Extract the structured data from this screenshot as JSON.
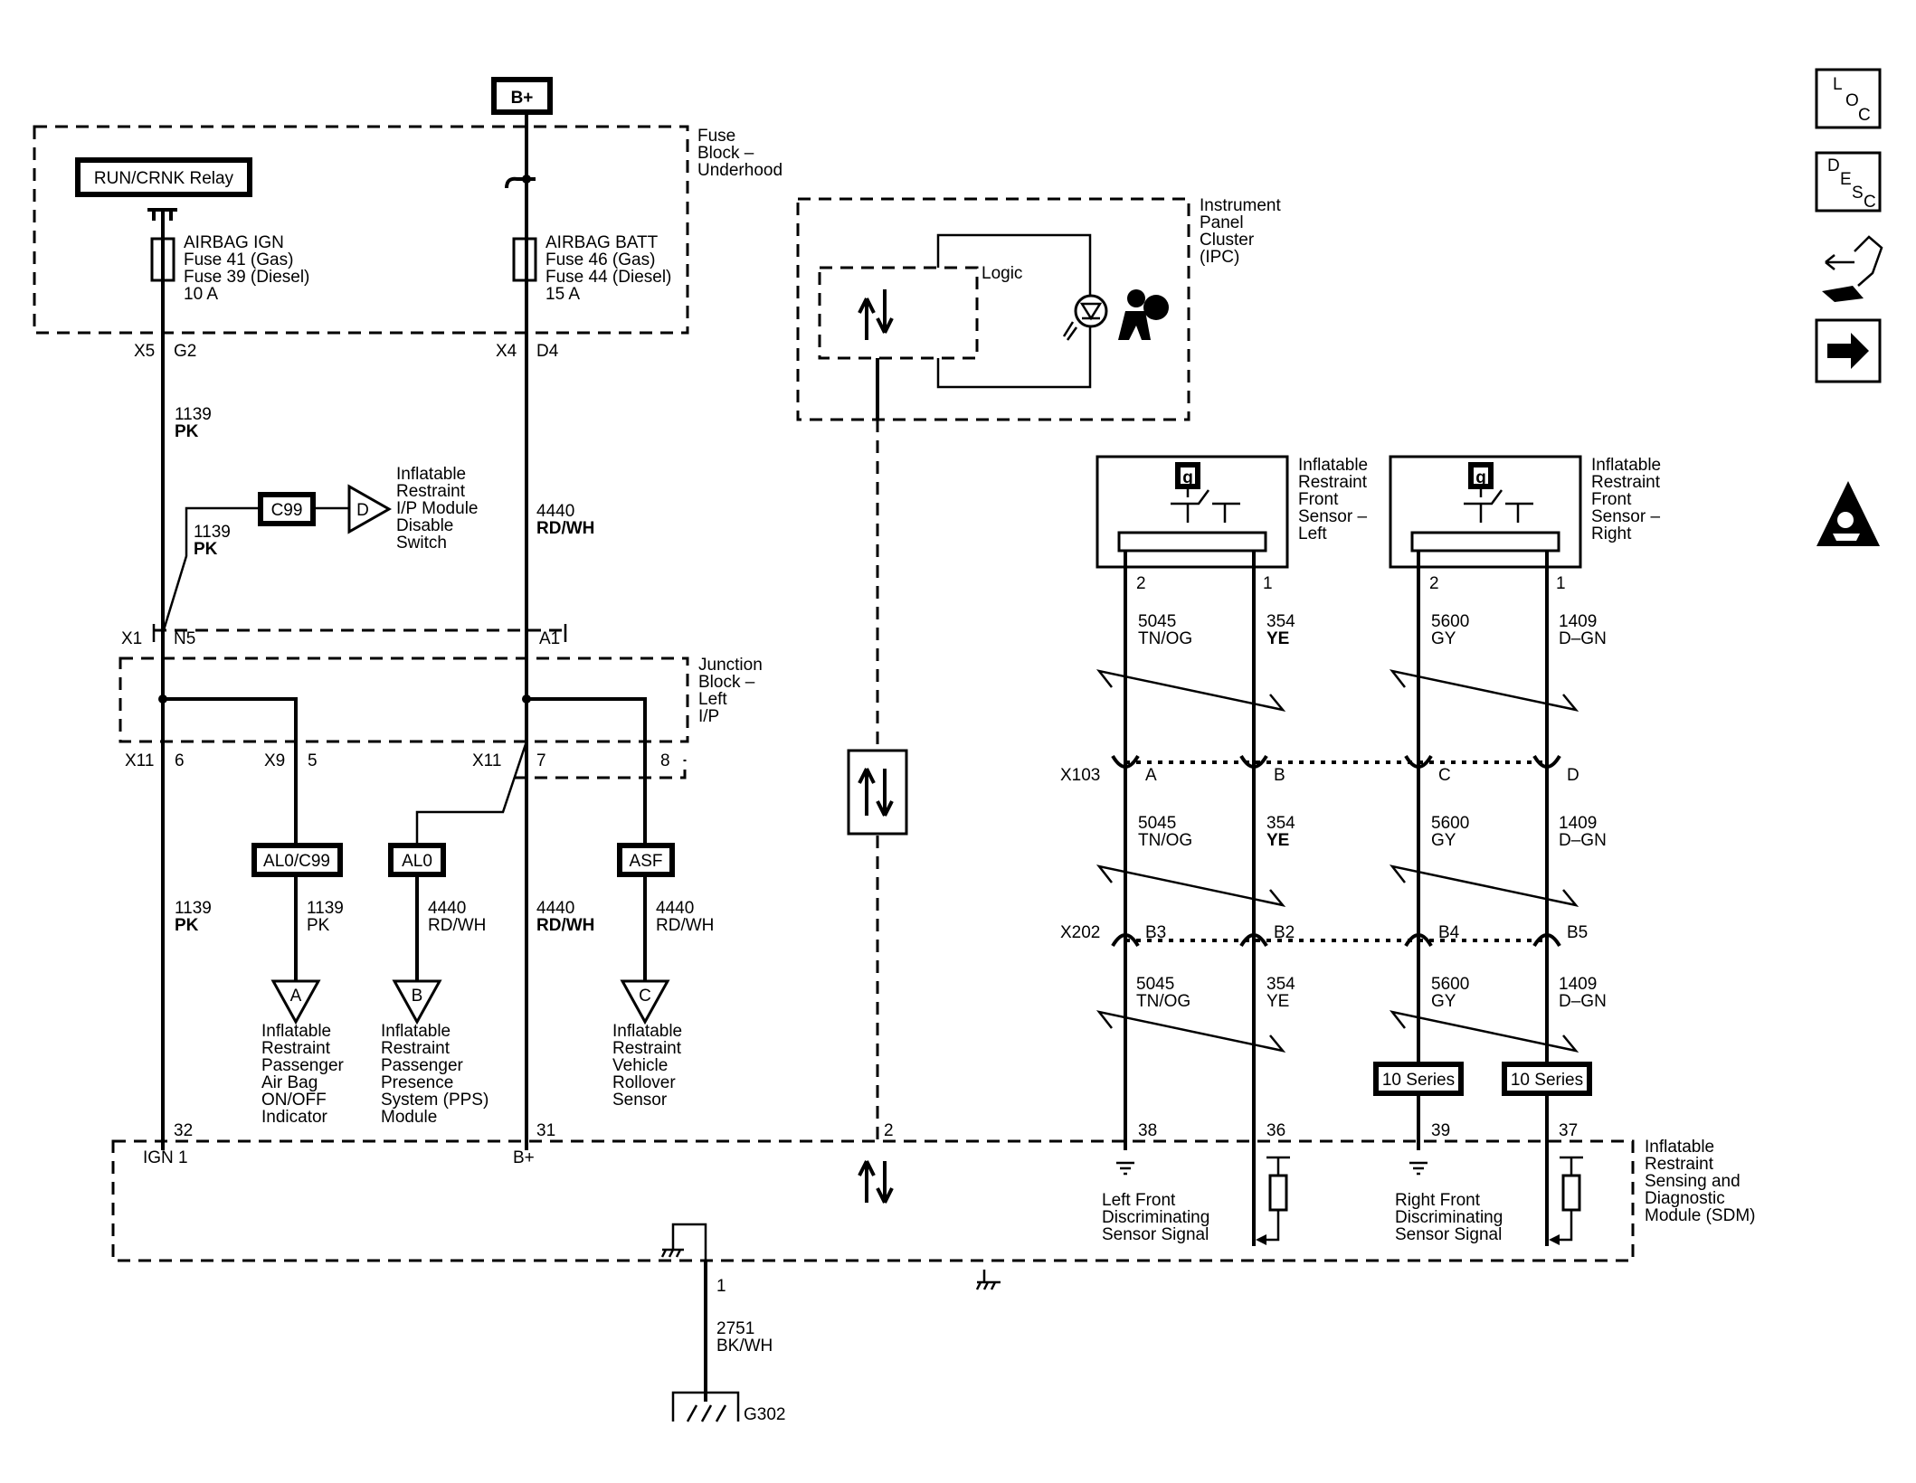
{
  "power": {
    "bplus": "B+"
  },
  "fuse_block": {
    "title": [
      "Fuse",
      "Block –",
      "Underhood"
    ],
    "relay": "RUN/CRNK Relay"
  },
  "fuses": {
    "ign": [
      "AIRBAG IGN",
      "Fuse 41 (Gas)",
      "Fuse 39 (Diesel)",
      "10 A"
    ],
    "batt": [
      "AIRBAG BATT",
      "Fuse 46 (Gas)",
      "Fuse 44 (Diesel)",
      "15 A"
    ]
  },
  "connectors": {
    "x5": "X5",
    "g2": "G2",
    "x4": "X4",
    "d4": "D4",
    "x1": "X1",
    "n5": "N5",
    "a1": "A1",
    "x11a": "X11",
    "p6": "6",
    "x9": "X9",
    "p5": "5",
    "x11b": "X11",
    "p7": "7",
    "p8": "8",
    "p32": "32",
    "p31": "31",
    "p2": "2",
    "p38": "38",
    "p36": "36",
    "p39": "39",
    "p37": "37",
    "p1": "1",
    "x103": "X103",
    "ca": "A",
    "cb": "B",
    "cc": "C",
    "cd": "D",
    "x202": "X202",
    "b3": "B3",
    "b2": "B2",
    "b4": "B4",
    "b5": "B5",
    "s2l": "2",
    "s1l": "1",
    "s2r": "2",
    "s1r": "1"
  },
  "wires": {
    "w1139_num": "1139",
    "w1139_col": "PK",
    "w4440_num": "4440",
    "w4440_col": "RD/WH",
    "w5045_num": "5045",
    "w5045_col": "TN/OG",
    "w354_num": "354",
    "w354_col": "YE",
    "w5600_num": "5600",
    "w5600_col": "GY",
    "w1409_num": "1409",
    "w1409_col": "D–GN",
    "w2751_num": "2751",
    "w2751_col": "BK/WH"
  },
  "c99": {
    "label": "C99",
    "ref": "D",
    "desc": [
      "Inflatable",
      "Restraint",
      "I/P Module",
      "Disable",
      "Switch"
    ]
  },
  "junction_block": {
    "title": [
      "Junction",
      "Block –",
      "Left",
      "I/P"
    ]
  },
  "options": {
    "al0c99": "AL0/C99",
    "al0": "AL0",
    "asf": "ASF",
    "series": "10 Series"
  },
  "refs": {
    "a": {
      "letter": "A",
      "desc": [
        "Inflatable",
        "Restraint",
        "Passenger",
        "Air Bag",
        "ON/OFF",
        "Indicator"
      ]
    },
    "b": {
      "letter": "B",
      "desc": [
        "Inflatable",
        "Restraint",
        "Passenger",
        "Presence",
        "System (PPS)",
        "Module"
      ]
    },
    "c": {
      "letter": "C",
      "desc": [
        "Inflatable",
        "Restraint",
        "Vehicle",
        "Rollover",
        "Sensor"
      ]
    }
  },
  "ipc": {
    "title": [
      "Instrument",
      "Panel",
      "Cluster",
      "(IPC)"
    ],
    "logic": "Logic"
  },
  "sensors": {
    "left": {
      "title": [
        "Inflatable",
        "Restraint",
        "Front",
        "Sensor –",
        "Left"
      ],
      "g": "g"
    },
    "right": {
      "title": [
        "Inflatable",
        "Restraint",
        "Front",
        "Sensor –",
        "Right"
      ],
      "g": "g"
    }
  },
  "sdm": {
    "title": [
      "Inflatable",
      "Restraint",
      "Sensing and",
      "Diagnostic",
      "Module (SDM)"
    ],
    "ign1": "IGN 1",
    "bplus": "B+",
    "left_signal": [
      "Left Front",
      "Discriminating",
      "Sensor Signal"
    ],
    "right_signal": [
      "Right Front",
      "Discriminating",
      "Sensor Signal"
    ]
  },
  "ground": {
    "label": "G302"
  },
  "sidebar": {
    "loc": [
      "L",
      "O",
      "C"
    ],
    "desc": [
      "D",
      "E",
      "S",
      "C"
    ]
  }
}
